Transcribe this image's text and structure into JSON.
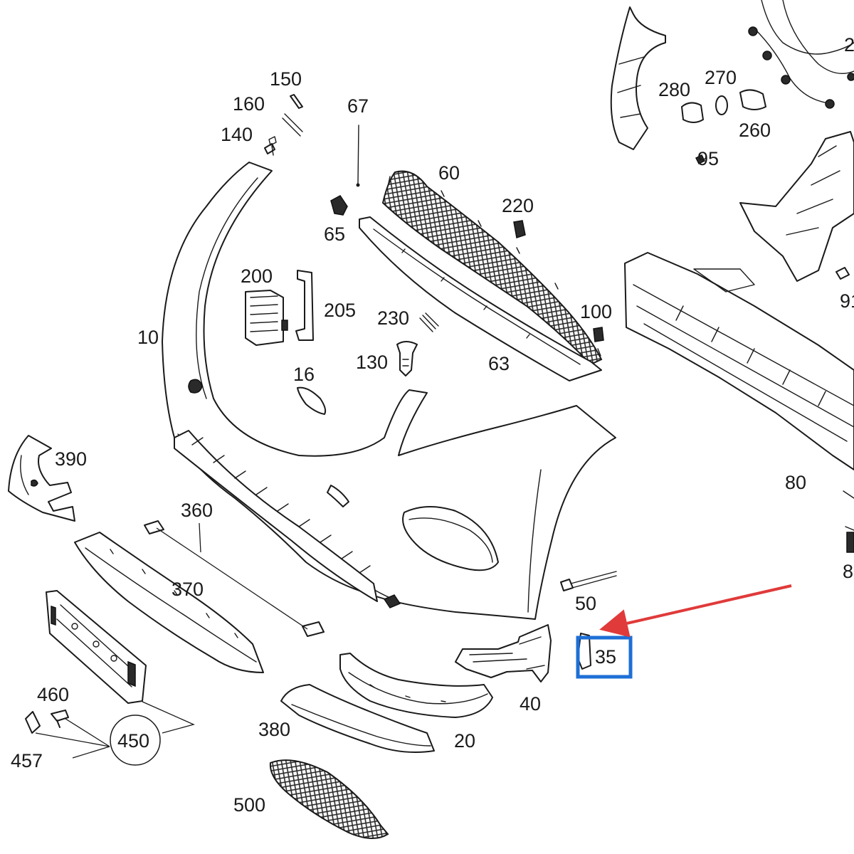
{
  "labels": {
    "l10": "10",
    "l16": "16",
    "l20": "20",
    "l35": "35",
    "l40": "40",
    "l50": "50",
    "l60": "60",
    "l63": "63",
    "l65": "65",
    "l67": "67",
    "l80": "80",
    "l95": "95",
    "l100": "100",
    "l130": "130",
    "l140": "140",
    "l150": "150",
    "l160": "160",
    "l200": "200",
    "l205": "205",
    "l220": "220",
    "l230": "230",
    "l260": "260",
    "l270": "270",
    "l280": "280",
    "l360": "360",
    "l370": "370",
    "l380": "380",
    "l390": "390",
    "l450": "450",
    "l457": "457",
    "l460": "460",
    "l500": "500",
    "edge_top": "2",
    "edge_mid": "91",
    "edge_bot": "8"
  },
  "colors": {
    "line": "#1a1a1a",
    "arrow": "#e03a3a",
    "highlight": "#1e6fd6"
  }
}
